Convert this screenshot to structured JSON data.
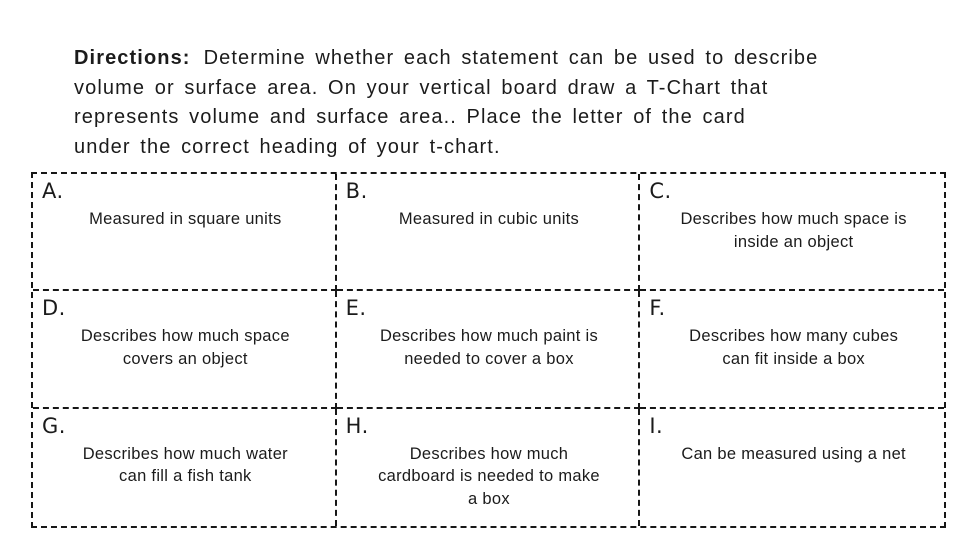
{
  "directions": {
    "label": "Directions:",
    "line1": "Determine whether each statement can be used to describe",
    "line2": "volume or surface area. On your vertical board draw a T-Chart that",
    "line3": "represents volume and surface area.. Place the letter of the card",
    "line4": "under the correct heading of your t-chart."
  },
  "cards": [
    {
      "letter": "A.",
      "text": "Measured in square units"
    },
    {
      "letter": "B.",
      "text": "Measured in cubic units"
    },
    {
      "letter": "C.",
      "text": "Describes how much space is\ninside an object"
    },
    {
      "letter": "D.",
      "text": "Describes how much space\ncovers an object"
    },
    {
      "letter": "E.",
      "text": "Describes how much paint is\nneeded to cover a box"
    },
    {
      "letter": "F.",
      "text": "Describes how many cubes\ncan fit inside a box"
    },
    {
      "letter": "G.",
      "text": "Describes how much water\ncan fill a fish tank"
    },
    {
      "letter": "H.",
      "text": "Describes how much\ncardboard is needed to make\na box"
    },
    {
      "letter": "I.",
      "text": "Can be measured using a net"
    }
  ],
  "colors": {
    "text": "#1b1b1b",
    "border": "#171717",
    "background": "#ffffff"
  }
}
